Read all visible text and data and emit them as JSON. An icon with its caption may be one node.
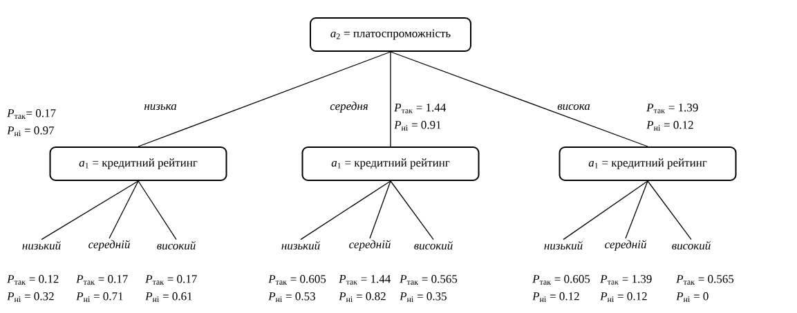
{
  "diagram": {
    "nodes": [
      {
        "text": [
          "*a*$_{2}$ = платоспроможність"
        ]
      },
      {
        "text": [
          "*a*$_{1}$ = кредитний рейтинг"
        ],
        "beside": [
          "*P*$_{так}$= 0.17",
          "*P*$_{ні}$ = 0.97"
        ]
      },
      {
        "text": [
          "*a*$_{1}$ = кредитний рейтинг"
        ],
        "beside": [
          "*P*$_{так}$ = 1.44",
          "*P*$_{ні}$ = 0.91"
        ]
      },
      {
        "text": [
          "*a*$_{1}$ = кредитний рейтинг"
        ],
        "beside": [
          "*P*$_{так}$ = 1.39",
          "*P*$_{ні}$ = 0.12"
        ]
      },
      {
        "text": [
          "низький"
        ],
        "beside": [
          "*P*$_{так}$ = 0.12",
          "*P*$_{ні}$ = 0.32"
        ]
      },
      {
        "text": [
          "середній"
        ],
        "beside": [
          "*P*$_{так}$ = 0.17",
          "*P*$_{ні}$ = 0.71"
        ]
      },
      {
        "text": [
          "високий"
        ],
        "beside": [
          "*P*$_{так}$ = 0.17",
          "*P*$_{ні}$ = 0.61"
        ]
      },
      {
        "text": [
          "низький"
        ],
        "beside": [
          "*P*$_{так}$ = 0.605",
          "*P*$_{ні}$ = 0.53"
        ]
      },
      {
        "text": [
          "середній"
        ],
        "beside": [
          "*P*$_{так}$ = 1.44",
          "*P*$_{ні}$ = 0.82"
        ]
      },
      {
        "text": [
          "високий"
        ],
        "beside": [
          "*P*$_{так}$ = 0.565",
          "*P*$_{ні}$ = 0.35"
        ]
      },
      {
        "text": [
          "низький"
        ],
        "beside": [
          "*P*$_{так}$ = 0.605",
          "*P*$_{ні}$ = 0.12"
        ]
      },
      {
        "text": [
          "середній"
        ],
        "beside": [
          "*P*$_{так}$ = 1.39",
          "*P*$_{ні}$ = 0.12"
        ]
      },
      {
        "text": [
          "високий"
        ],
        "beside": [
          "*P*$_{так}$ = 0.565",
          "*P*$_{ні}$ = 0"
        ]
      }
    ],
    "edges": [
      {
        "from": 0,
        "to": 1,
        "arrow": "none",
        "label": "низька"
      },
      {
        "from": 0,
        "to": 2,
        "arrow": "none",
        "label": "середня"
      },
      {
        "from": 0,
        "to": 3,
        "arrow": "none",
        "label": "висока"
      },
      {
        "from": 1,
        "to": 4,
        "arrow": "none"
      },
      {
        "from": 1,
        "to": 5,
        "arrow": "none"
      },
      {
        "from": 1,
        "to": 6,
        "arrow": "none"
      },
      {
        "from": 2,
        "to": 7,
        "arrow": "none"
      },
      {
        "from": 2,
        "to": 8,
        "arrow": "none"
      },
      {
        "from": 2,
        "to": 9,
        "arrow": "none"
      },
      {
        "from": 3,
        "to": 10,
        "arrow": "none"
      },
      {
        "from": 3,
        "to": 11,
        "arrow": "none"
      },
      {
        "from": 3,
        "to": 12,
        "arrow": "none"
      }
    ]
  }
}
